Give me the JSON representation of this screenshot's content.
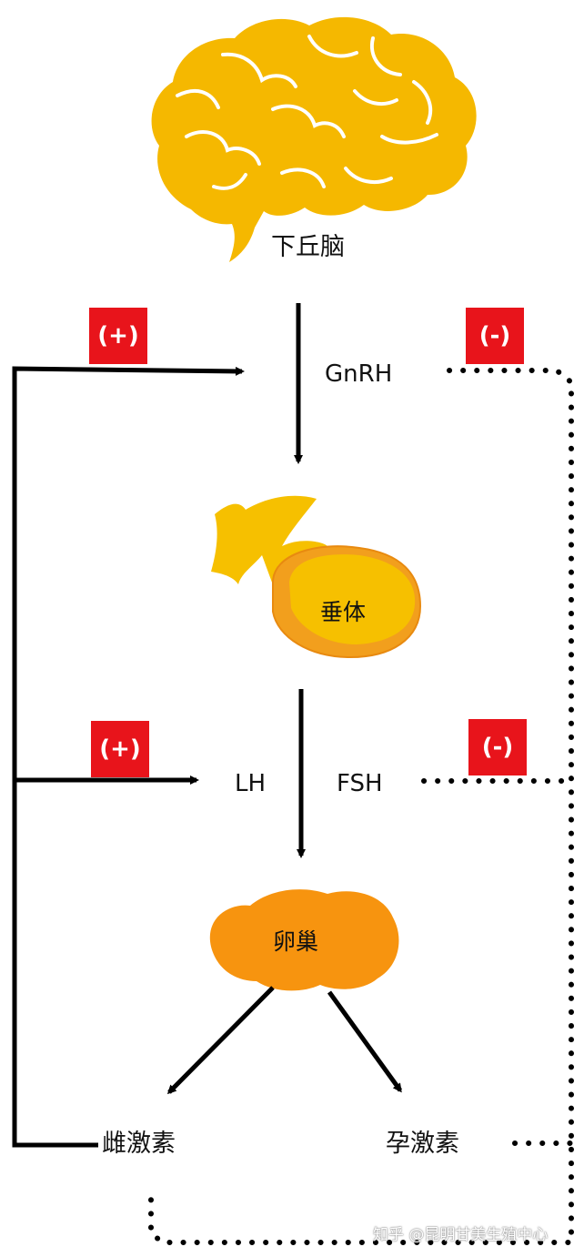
{
  "organs": {
    "hypothalamus": "下丘脑",
    "pituitary": "垂体",
    "ovary": "卵巢",
    "estrogen": "雌激素",
    "progesterone": "孕激素"
  },
  "hormones": {
    "gnrh": "GnRH",
    "lh": "LH",
    "fsh": "FSH"
  },
  "badges": {
    "positive": "(+)",
    "negative": "(-)"
  },
  "colors": {
    "brain": "#f5b800",
    "pituitary_light": "#f6c000",
    "pituitary_dark": "#f29f1d",
    "ovary": "#f7940f",
    "badge": "#e8141b",
    "arrow": "#000000"
  },
  "watermark": "知乎 @昆明甘美生殖中心"
}
